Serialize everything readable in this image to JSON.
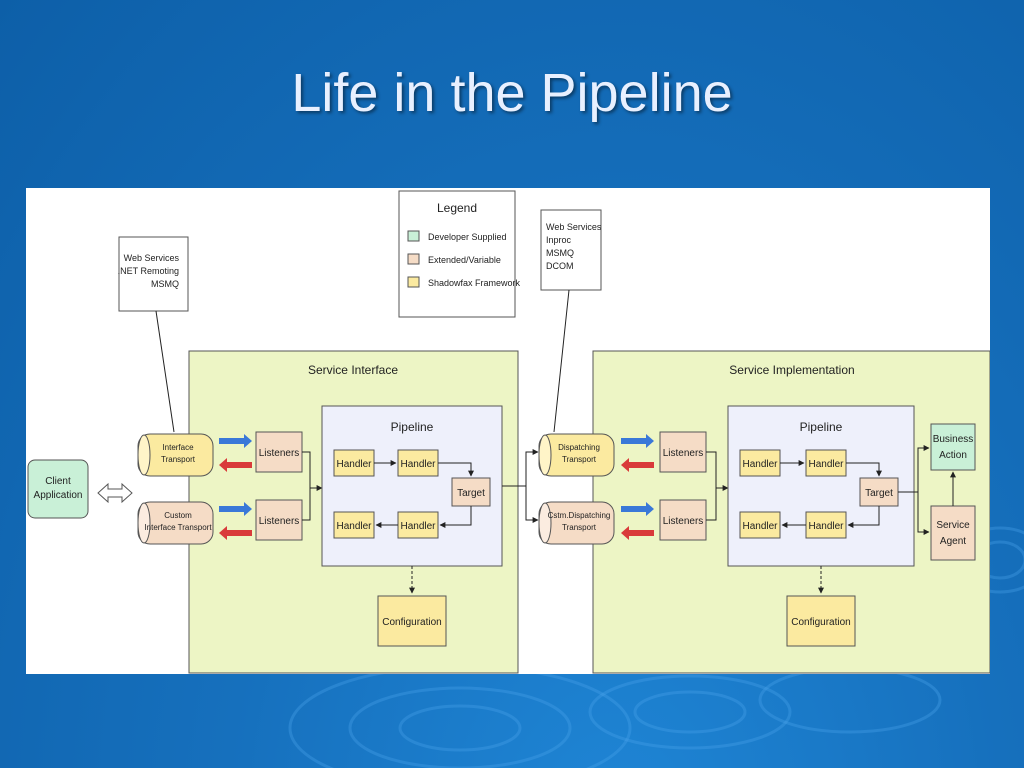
{
  "slide": {
    "title": "Life in the Pipeline"
  },
  "legend": {
    "title": "Legend",
    "items": [
      {
        "label": "Developer Supplied",
        "color": "#c9f0d7"
      },
      {
        "label": "Extended/Variable",
        "color": "#f5dcc6"
      },
      {
        "label": "Shadowfax Framework",
        "color": "#fbeaa0"
      }
    ]
  },
  "notes": {
    "left": [
      "Web Services",
      ".NET Remoting",
      "MSMQ"
    ],
    "right": [
      "Web Services",
      "Inproc",
      "MSMQ",
      "DCOM"
    ]
  },
  "client": {
    "label_lines": [
      "Client",
      "Application"
    ]
  },
  "service_interface": {
    "title": "Service Interface",
    "transports": [
      {
        "lines": [
          "Interface",
          "Transport"
        ]
      },
      {
        "lines": [
          "Custom",
          "Interface Transport"
        ]
      }
    ],
    "listeners": [
      "Listeners",
      "Listeners"
    ],
    "pipeline": {
      "title": "Pipeline",
      "handlers": [
        "Handler",
        "Handler",
        "Handler",
        "Handler"
      ],
      "target": "Target"
    },
    "configuration": "Configuration"
  },
  "service_implementation": {
    "title": "Service Implementation",
    "transports": [
      {
        "lines": [
          "Dispatching",
          "Transport"
        ]
      },
      {
        "lines": [
          "Cstm.Dispatching",
          "Transport"
        ]
      }
    ],
    "listeners": [
      "Listeners",
      "Listeners"
    ],
    "pipeline": {
      "title": "Pipeline",
      "handlers": [
        "Handler",
        "Handler",
        "Handler",
        "Handler"
      ],
      "target": "Target"
    },
    "configuration": "Configuration",
    "business_action": [
      "Business",
      "Action"
    ],
    "service_agent": [
      "Service",
      "Agent"
    ]
  },
  "colors": {
    "green_region": "#edf5c5",
    "pipeline_bg": "#eef0fb",
    "developer": "#c9f0d7",
    "extended": "#f5dcc6",
    "framework": "#fbeaa0",
    "arrow_blue": "#3a78d8",
    "arrow_red": "#d93a3a"
  }
}
